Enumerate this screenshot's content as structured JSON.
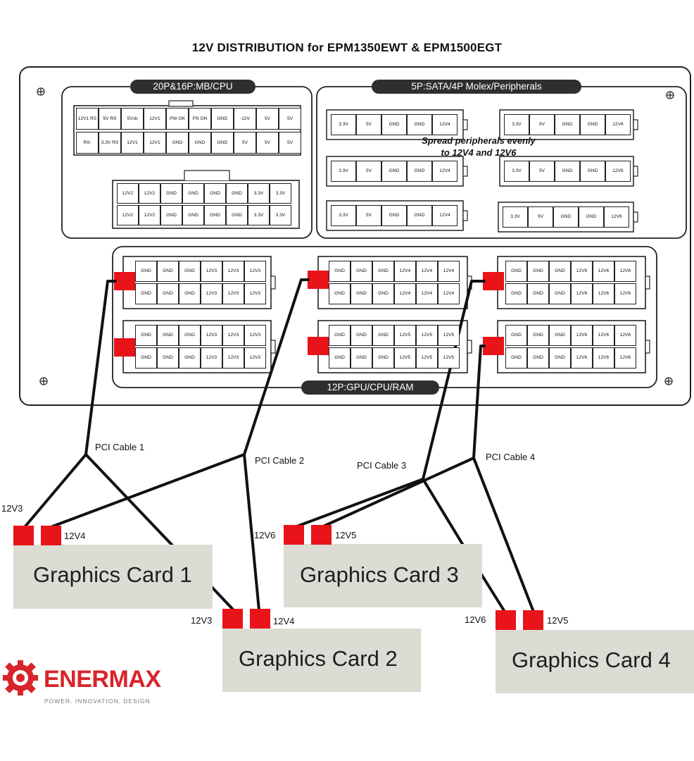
{
  "title": "12V DISTRIBUTION for EPM1350EWT & EPM1500EGT",
  "sections": {
    "mb_cpu": "20P&16P:MB/CPU",
    "peripherals": "5P:SATA/4P Molex/Peripherals",
    "gpu": "12P:GPU/CPU/RAM"
  },
  "note_spread": [
    "Spread peripherals evenly",
    "to 12V4 and 12V6"
  ],
  "mb20_row1": [
    "12V1 RS",
    "5V RS",
    "5Vsb",
    "12V1",
    "PW OK",
    "PS ON",
    "GND",
    "-12V",
    "5V",
    "5V"
  ],
  "mb20_row2": [
    "RS-",
    "3.3V RS",
    "12V1",
    "12V1",
    "GND",
    "GND",
    "GND",
    "5V",
    "5V",
    "5V"
  ],
  "mb16_row1": [
    "12V2",
    "12V2",
    "GND",
    "GND",
    "GND",
    "GND",
    "3.3V",
    "3.3V"
  ],
  "mb16_row2": [
    "12V2",
    "12V2",
    "GND",
    "GND",
    "GND",
    "GND",
    "3.3V",
    "3.3V"
  ],
  "periph_left": [
    "3.3V",
    "5V",
    "GND",
    "GND",
    "12V4"
  ],
  "periph_right": [
    "3.3V",
    "5V",
    "GND",
    "GND",
    "12V6"
  ],
  "gpu_connectors": [
    {
      "row1": [
        "GND",
        "GND",
        "GND",
        "12V3",
        "12V3",
        "12V3"
      ],
      "row2": [
        "GND",
        "GND",
        "GND",
        "12V3",
        "12V3",
        "12V3"
      ]
    },
    {
      "row1": [
        "GND",
        "GND",
        "GND",
        "12V4",
        "12V4",
        "12V4"
      ],
      "row2": [
        "GND",
        "GND",
        "GND",
        "12V4",
        "12V4",
        "12V4"
      ]
    },
    {
      "row1": [
        "GND",
        "GND",
        "GND",
        "12V6",
        "12V6",
        "12V6"
      ],
      "row2": [
        "GND",
        "GND",
        "GND",
        "12V6",
        "12V6",
        "12V6"
      ]
    },
    {
      "row1": [
        "GND",
        "GND",
        "GND",
        "12V3",
        "12V3",
        "12V3"
      ],
      "row2": [
        "GND",
        "GND",
        "GND",
        "12V3",
        "12V3",
        "12V3"
      ]
    },
    {
      "row1": [
        "GND",
        "GND",
        "GND",
        "12V5",
        "12V5",
        "12V5"
      ],
      "row2": [
        "GND",
        "GND",
        "GND",
        "12V5",
        "12V5",
        "12V5"
      ]
    },
    {
      "row1": [
        "GND",
        "GND",
        "GND",
        "12V6",
        "12V6",
        "12V6"
      ],
      "row2": [
        "GND",
        "GND",
        "GND",
        "12V6",
        "12V6",
        "12V6"
      ]
    }
  ],
  "cables": [
    "PCI Cable 1",
    "PCI Cable 2",
    "PCI Cable 3",
    "PCI Cable 4"
  ],
  "cards": [
    "Graphics Card 1",
    "Graphics Card 2",
    "Graphics Card 3",
    "Graphics Card 4"
  ],
  "rails": {
    "card1_a": "12V3",
    "card1_b": "12V4",
    "card2_a": "12V3",
    "card2_b": "12V4",
    "card3_a": "12V6",
    "card3_b": "12V5",
    "card4_a": "12V6",
    "card4_b": "12V5"
  },
  "logo": {
    "name": "ENERMAX",
    "tagline": "POWER. INNOVATION. DESIGN",
    "color": "#d8242b"
  },
  "colors": {
    "connector_red": "#e8141a",
    "card_bg": "#dcdcd4",
    "line": "#111111"
  }
}
